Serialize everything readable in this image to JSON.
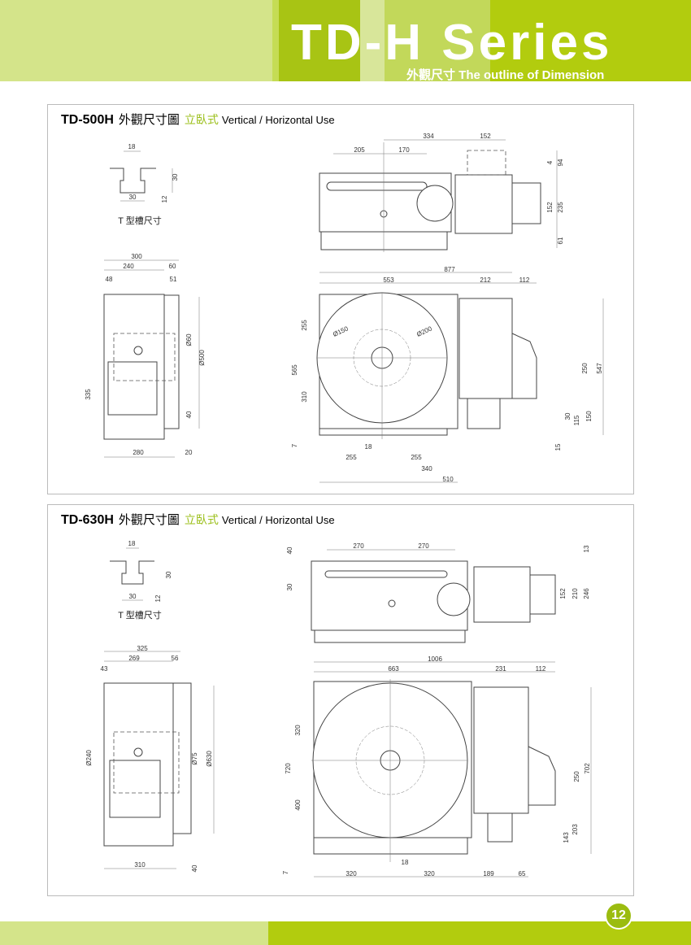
{
  "header": {
    "title": "TD-H Series",
    "subtitle": "外觀尺寸  The outline of Dimension"
  },
  "sections": [
    {
      "model": "TD-500H",
      "title_cn": "外觀尺寸圖",
      "use_cn": "立臥式",
      "use_en": "Vertical / Horizontal  Use",
      "tslot": {
        "label": "T 型槽尺寸",
        "dims": [
          "18",
          "30",
          "30",
          "12"
        ]
      },
      "top_view": {
        "dims": [
          "334",
          "152",
          "205",
          "170",
          "4",
          "94",
          "152",
          "235",
          "61"
        ]
      },
      "side_view": {
        "dims": [
          "300",
          "240",
          "60",
          "48",
          "51",
          "Ø60",
          "Ø500",
          "335",
          "40",
          "280",
          "20"
        ]
      },
      "front_view": {
        "dims": [
          "877",
          "553",
          "212",
          "112",
          "255",
          "565",
          "310",
          "7",
          "Ø150",
          "Ø200",
          "250",
          "547",
          "30",
          "115",
          "150",
          "15",
          "18",
          "255",
          "255",
          "340",
          "510"
        ]
      }
    },
    {
      "model": "TD-630H",
      "title_cn": "外觀尺寸圖",
      "use_cn": "立臥式",
      "use_en": "Vertical / Horizontal  Use",
      "tslot": {
        "label": "T 型槽尺寸",
        "dims": [
          "18",
          "30",
          "30",
          "12"
        ]
      },
      "top_view": {
        "dims": [
          "270",
          "270",
          "40",
          "30",
          "13",
          "152",
          "210",
          "246"
        ]
      },
      "side_view": {
        "dims": [
          "325",
          "269",
          "56",
          "43",
          "Ø240",
          "Ø75",
          "Ø630",
          "310",
          "40"
        ]
      },
      "front_view": {
        "dims": [
          "1006",
          "663",
          "231",
          "112",
          "320",
          "720",
          "400",
          "7",
          "18",
          "320",
          "320",
          "189",
          "65",
          "250",
          "702",
          "143",
          "203"
        ]
      }
    }
  ],
  "page_number": "12",
  "colors": {
    "brand_green": "#b2cc0e",
    "light_green": "#d4e48a",
    "accent_text": "#9bbf1a"
  }
}
